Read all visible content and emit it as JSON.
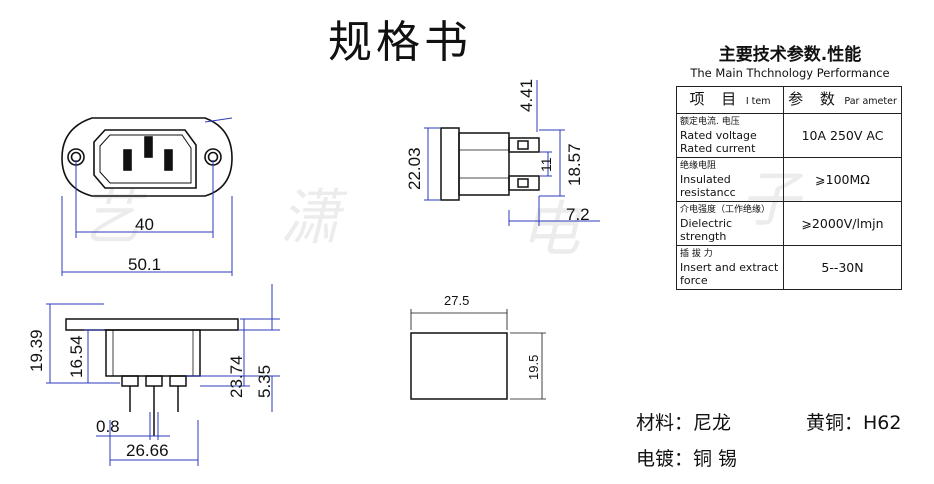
{
  "title": "规格书",
  "performance": {
    "heading_cn": "主要技术参数.性能",
    "heading_en": "The Main Thchnology  Performance",
    "col_item_cn": "项 目",
    "col_item_en": "I tem",
    "col_param_cn": "参 数",
    "col_param_en": "Par ameter",
    "rows": [
      {
        "item_cn": "额定电流. 电压",
        "item_en": "Rated  voltage\nRated  current",
        "value": "10A  250V  AC"
      },
      {
        "item_cn": "绝缘电阻",
        "item_en": "Insulated\nresistancc",
        "value": "⩾100MΩ"
      },
      {
        "item_cn": "介电强度（工作绝缘）",
        "item_en": "Dielectric  strength",
        "value": "⩾2000V/lmjn"
      },
      {
        "item_cn": "插  拔  力",
        "item_en": "Insert  and  extract\nforce",
        "value": "5--30N"
      }
    ]
  },
  "materials": {
    "line1_left": "材料：尼龙",
    "line1_right": "黄铜：H62",
    "line2": "电镀：铜  锡"
  },
  "dimensions": {
    "front_inner_width": "40",
    "front_outer_width": "50.1",
    "side_top": "4.41",
    "side_height": "22.03",
    "side_right_height": "18.57",
    "side_small": "11",
    "side_depth": "7.2",
    "bottom_height": "19.39",
    "bottom_inner_height": "16.54",
    "bottom_right_height": "23.74",
    "bottom_pin_len": "5.35",
    "pin_width": "0.8",
    "pin_span": "26.66",
    "box_width": "27.5",
    "box_height": "19.5"
  },
  "watermark": [
    "艺",
    "潇",
    "电",
    "子"
  ]
}
